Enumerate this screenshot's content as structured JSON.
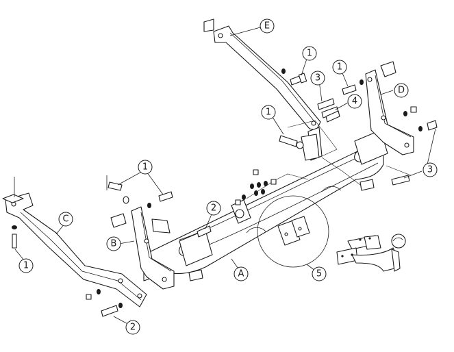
{
  "callouts": {
    "e": "E",
    "d": "D",
    "c": "C",
    "b": "B",
    "a": "A",
    "n1_top": "1",
    "n3_top": "3",
    "n1_d": "1",
    "n4": "4",
    "n1_mid": "1",
    "n3_right": "3",
    "n1_b": "1",
    "n2_mid": "2",
    "n1_left": "1",
    "n5": "5",
    "n2_bottom": "2"
  }
}
